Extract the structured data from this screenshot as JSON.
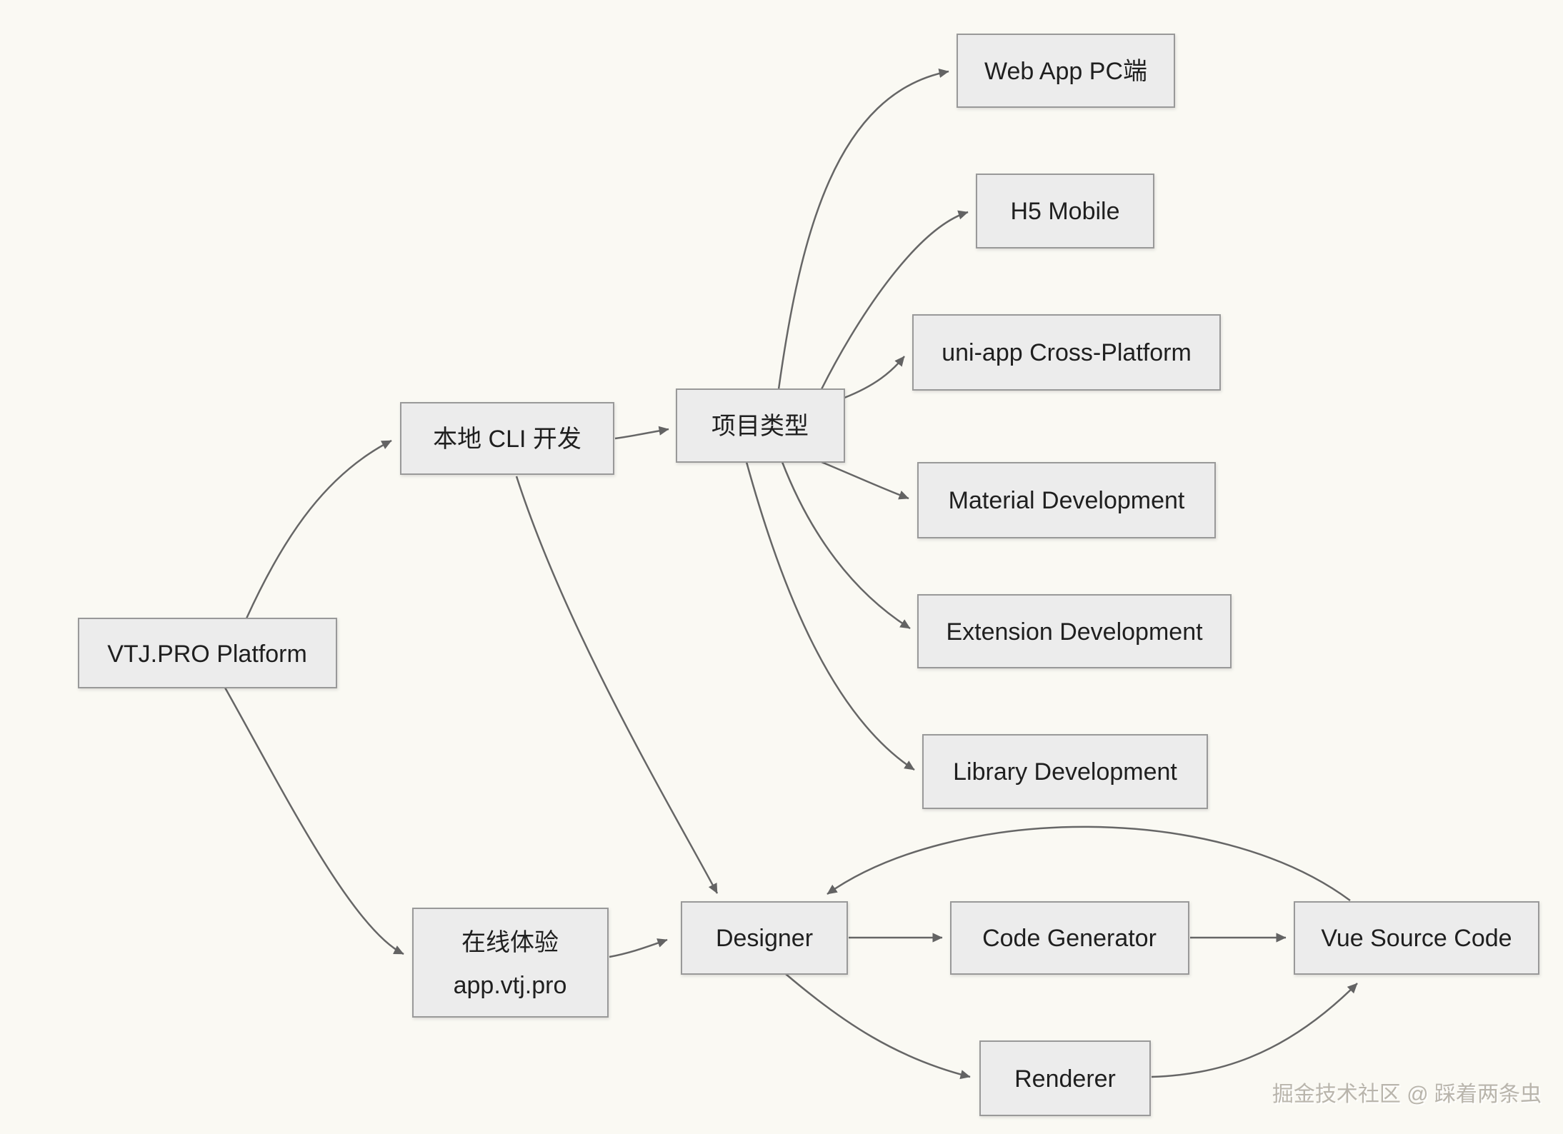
{
  "diagram": {
    "type": "flowchart",
    "nodes": {
      "platform": {
        "label": "VTJ.PRO Platform"
      },
      "cli": {
        "label": "本地 CLI 开发"
      },
      "online": {
        "line1": "在线体验",
        "line2": "app.vtj.pro"
      },
      "projectType": {
        "label": "项目类型"
      },
      "webApp": {
        "label": "Web App PC端"
      },
      "h5": {
        "label": "H5 Mobile"
      },
      "uniapp": {
        "label": "uni-app Cross-Platform"
      },
      "material": {
        "label": "Material Development"
      },
      "extension": {
        "label": "Extension Development"
      },
      "library": {
        "label": "Library Development"
      },
      "designer": {
        "label": "Designer"
      },
      "codeGenerator": {
        "label": "Code Generator"
      },
      "vueSource": {
        "label": "Vue Source Code"
      },
      "renderer": {
        "label": "Renderer"
      }
    },
    "edges": [
      {
        "from": "platform",
        "to": "cli"
      },
      {
        "from": "platform",
        "to": "online"
      },
      {
        "from": "cli",
        "to": "projectType"
      },
      {
        "from": "cli",
        "to": "designer"
      },
      {
        "from": "projectType",
        "to": "webApp"
      },
      {
        "from": "projectType",
        "to": "h5"
      },
      {
        "from": "projectType",
        "to": "uniapp"
      },
      {
        "from": "projectType",
        "to": "material"
      },
      {
        "from": "projectType",
        "to": "extension"
      },
      {
        "from": "projectType",
        "to": "library"
      },
      {
        "from": "online",
        "to": "designer"
      },
      {
        "from": "designer",
        "to": "codeGenerator"
      },
      {
        "from": "codeGenerator",
        "to": "vueSource"
      },
      {
        "from": "designer",
        "to": "renderer"
      },
      {
        "from": "renderer",
        "to": "vueSource"
      },
      {
        "from": "vueSource",
        "to": "designer"
      }
    ],
    "watermark": {
      "text": "掘金技术社区 @ 踩着两条虫"
    },
    "colors": {
      "background": "#FAF9F3",
      "node_fill": "#ECECEC",
      "node_border": "#999999",
      "edge": "#666666",
      "text": "#1F1F1F",
      "watermark": "#B9B5AC"
    }
  }
}
